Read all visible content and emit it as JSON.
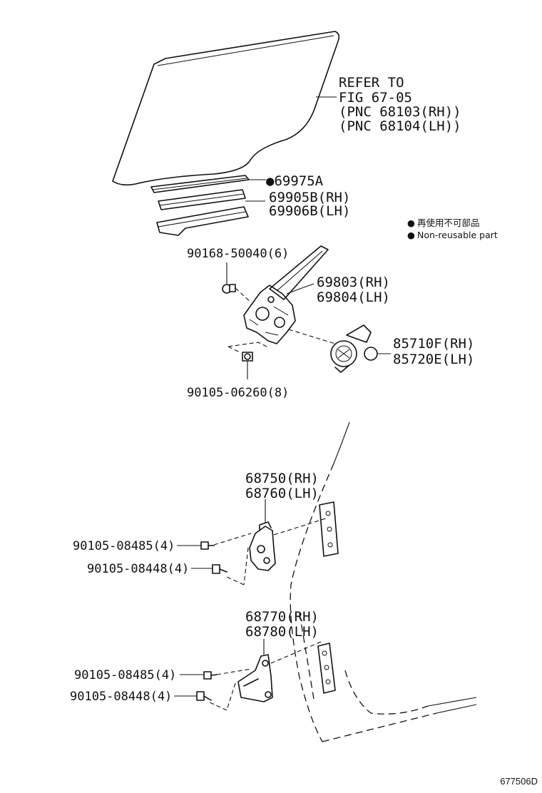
{
  "diagram": {
    "legend": {
      "symbol": "●",
      "jp": "再使用不可部品",
      "en": "Non-reusable part"
    },
    "glass_callout": {
      "line1": "REFER TO",
      "line2": "FIG 67-05",
      "line3": "(PNC 68103(RH))",
      "line4": "(PNC 68104(LH))"
    },
    "labels": {
      "seal": "●69975A",
      "run_rh": "69905B(RH)",
      "run_lh": "69906B(LH)",
      "bolt_6": "90168-50040(6)",
      "reg_rh": "69803(RH)",
      "reg_lh": "69804(LH)",
      "motor_rh": "85710F(RH)",
      "motor_lh": "85720E(LH)",
      "bolt_8": "90105-06260(8)",
      "upper_hinge_rh": "68750(RH)",
      "upper_hinge_lh": "68760(LH)",
      "uh_bolt_a": "90105-08485(4)",
      "uh_bolt_b": "90105-08448(4)",
      "lower_hinge_rh": "68770(RH)",
      "lower_hinge_lh": "68780(LH)",
      "lh_bolt_a": "90105-08485(4)",
      "lh_bolt_b": "90105-08448(4)"
    },
    "drawing_code": "677506D"
  }
}
